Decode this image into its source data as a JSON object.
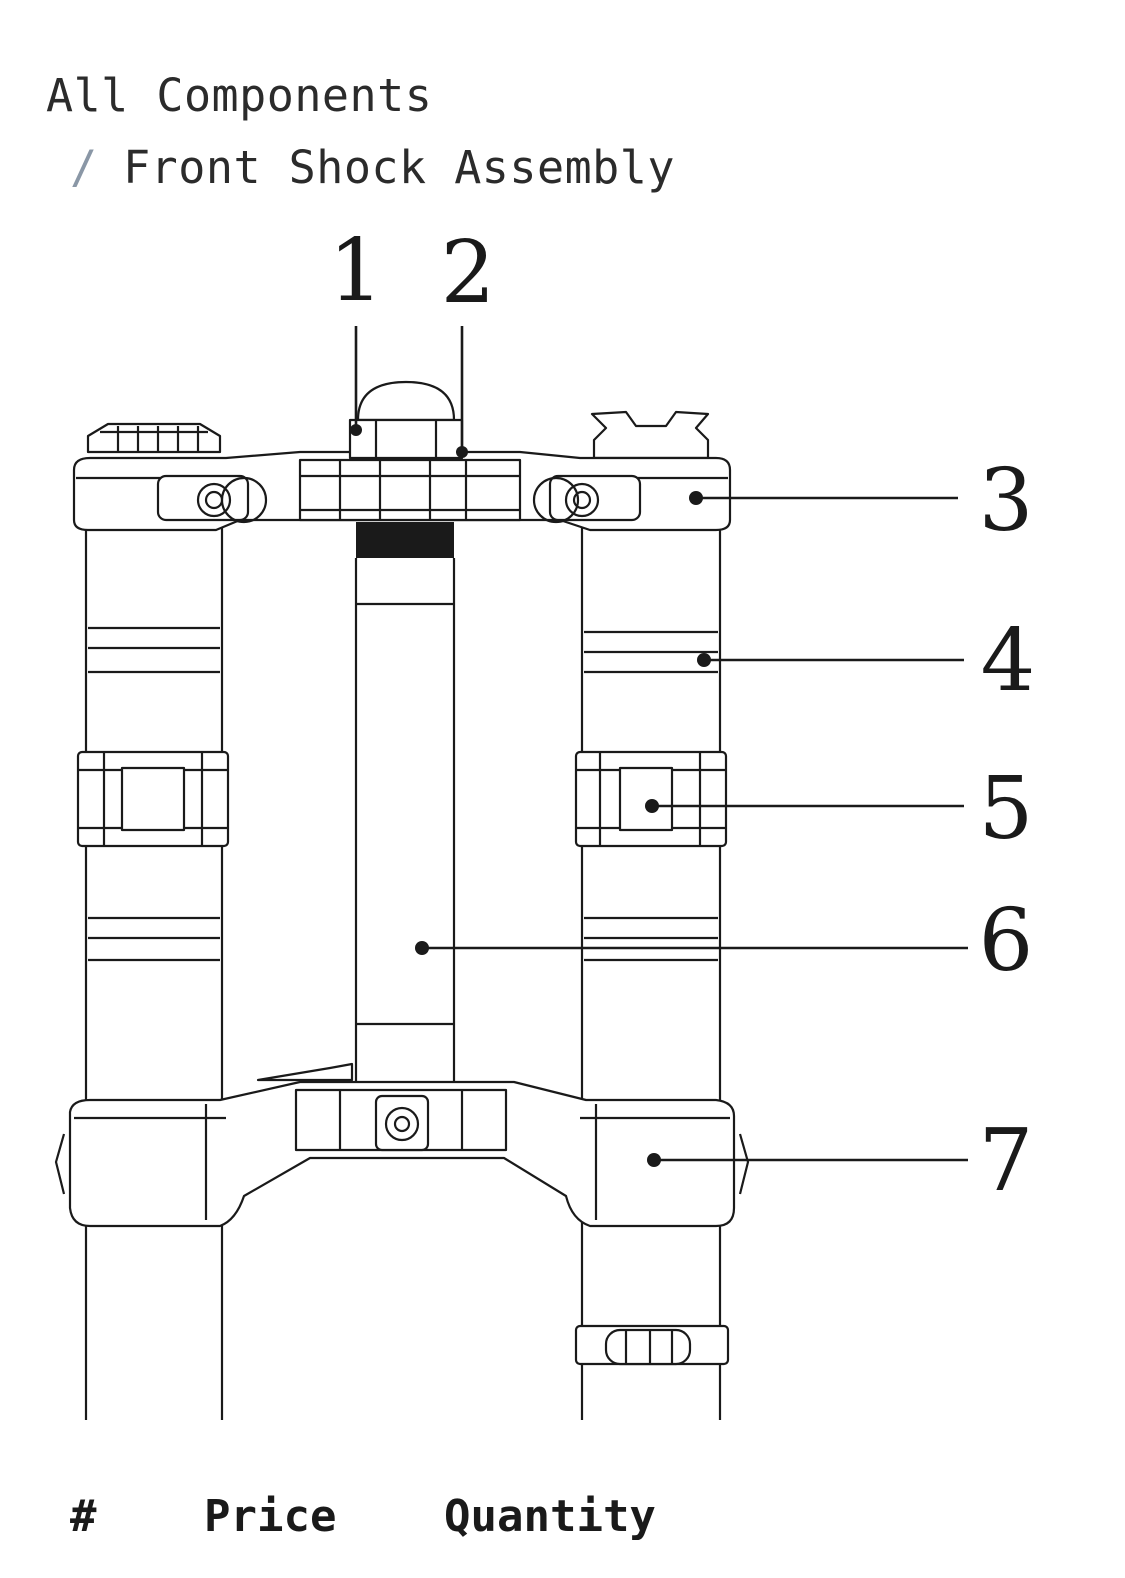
{
  "breadcrumb": {
    "root": "All Components",
    "separator": "/",
    "current": "Front Shock Assembly"
  },
  "diagram": {
    "callouts": [
      "1",
      "2",
      "3",
      "4",
      "5",
      "6",
      "7"
    ]
  },
  "table": {
    "headers": {
      "number": "#",
      "price": "Price",
      "quantity": "Quantity"
    }
  }
}
